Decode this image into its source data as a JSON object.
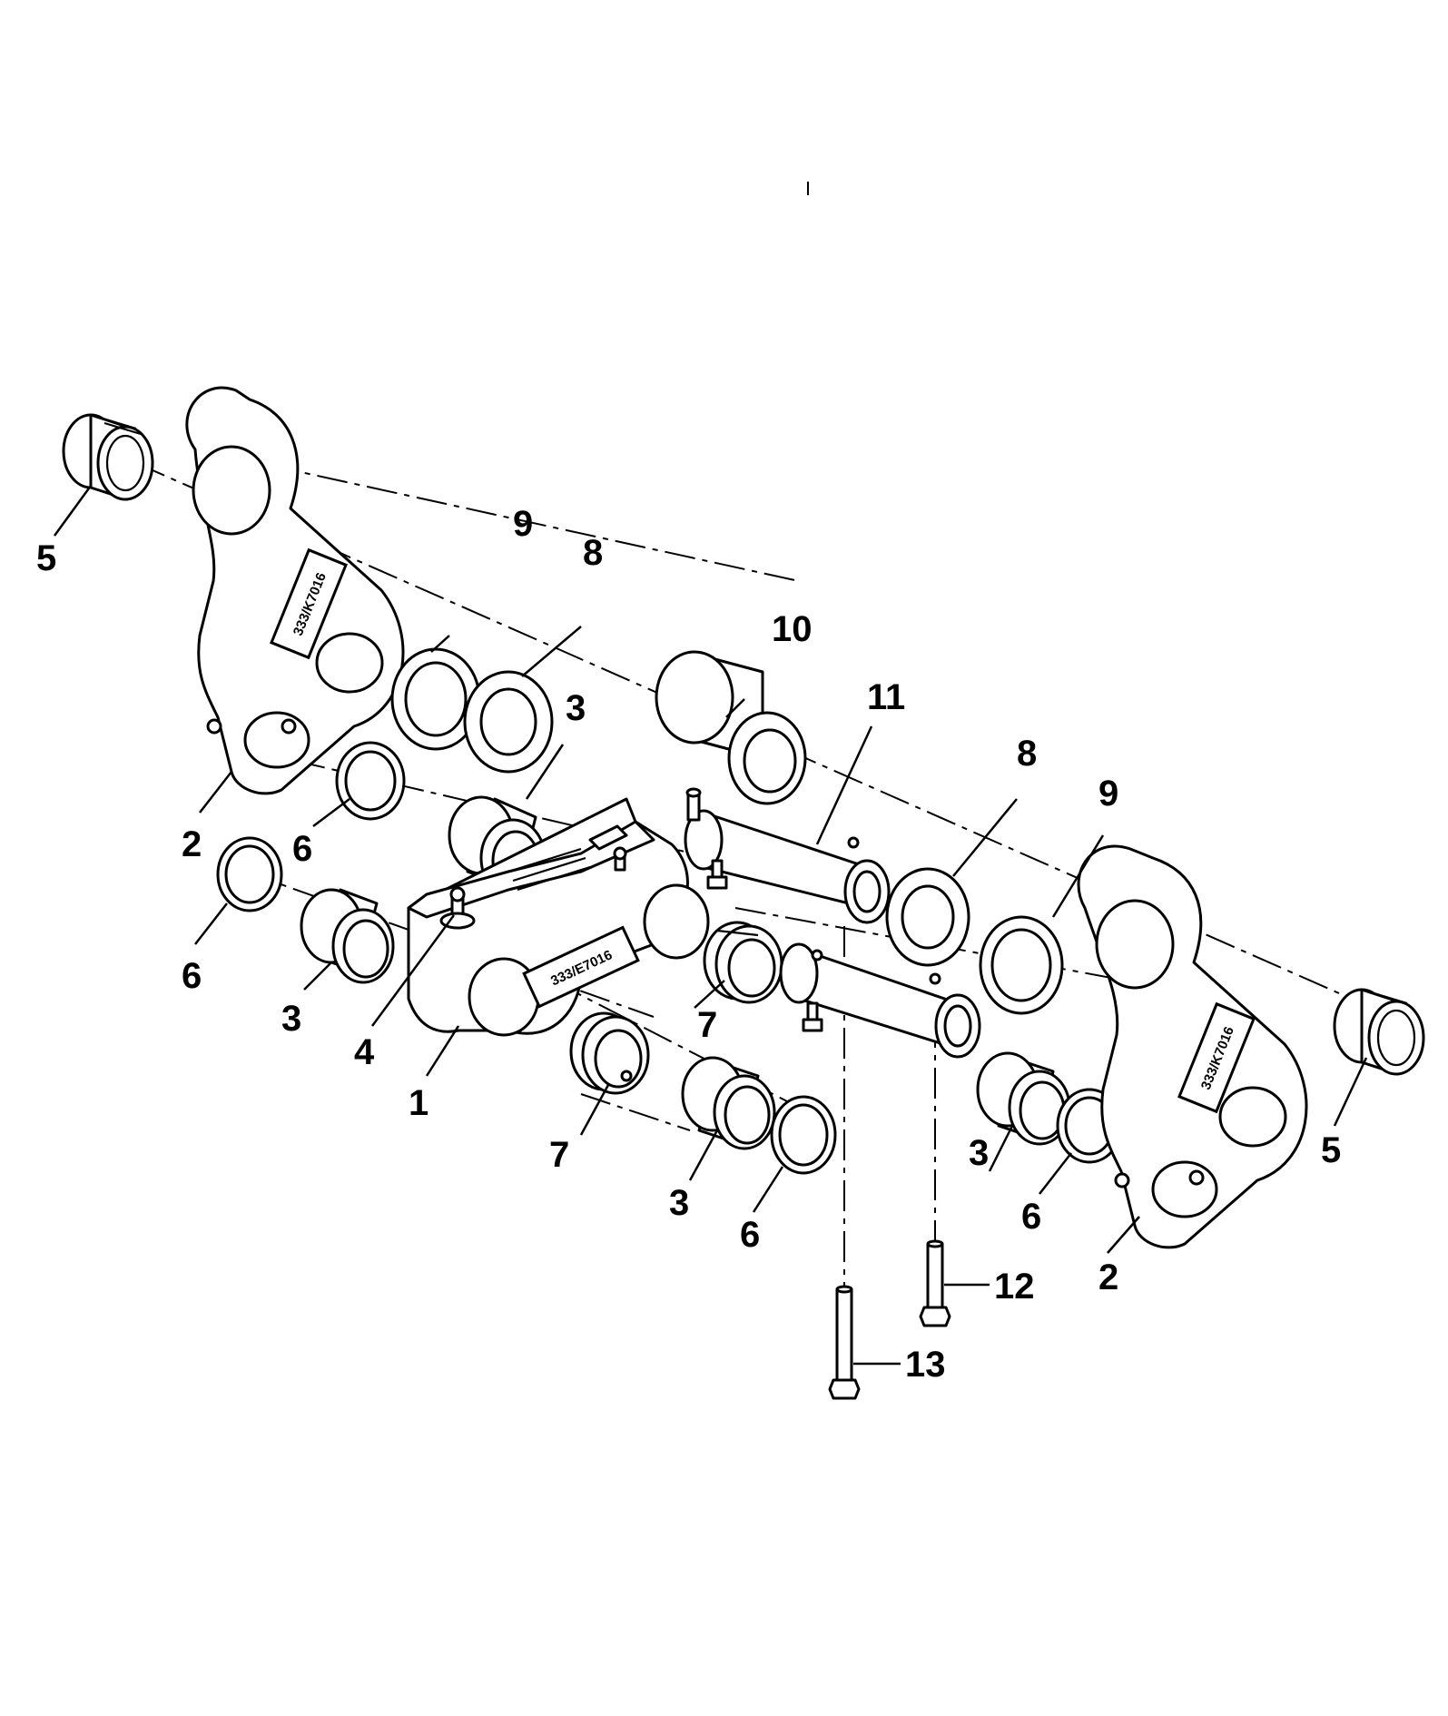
{
  "callouts": {
    "c1": "1",
    "c2a": "2",
    "c2b": "2",
    "c3a": "3",
    "c3b": "3",
    "c3c": "3",
    "c3d": "3",
    "c4": "4",
    "c5a": "5",
    "c5b": "5",
    "c6a": "6",
    "c6b": "6",
    "c6c": "6",
    "c6d": "6",
    "c7a": "7",
    "c7b": "7",
    "c8a": "8",
    "c8b": "8",
    "c9a": "9",
    "c9b": "9",
    "c10": "10",
    "c11": "11",
    "c12": "12",
    "c13": "13"
  },
  "plates": {
    "link_left": "333/K7016",
    "link_right": "333/K7016",
    "main_link": "333/E7016"
  },
  "icons": {
    "grease_nipple": "grease-fitting-icon",
    "bolt": "hex-bolt-icon"
  }
}
